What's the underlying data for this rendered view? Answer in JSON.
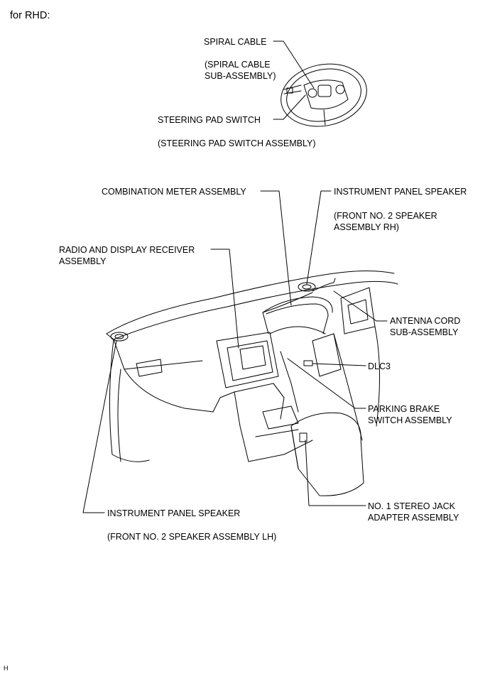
{
  "header": "for RHD:",
  "footer_code": "H",
  "labels": {
    "spiral_cable": "SPIRAL CABLE",
    "spiral_cable_sub": "(SPIRAL CABLE\nSUB-ASSEMBLY)",
    "steering_pad_switch": "STEERING PAD SWITCH",
    "steering_pad_switch_sub": "(STEERING PAD SWITCH ASSEMBLY)",
    "combination_meter": "COMBINATION METER ASSEMBLY",
    "instrument_panel_speaker_rh": "INSTRUMENT PANEL SPEAKER",
    "instrument_panel_speaker_rh_sub": "(FRONT NO. 2 SPEAKER\nASSEMBLY RH)",
    "radio_display_receiver": "RADIO AND DISPLAY RECEIVER\nASSEMBLY",
    "antenna_cord": "ANTENNA CORD\nSUB-ASSEMBLY",
    "dlc3": "DLC3",
    "parking_brake_switch": "PARKING BRAKE\nSWITCH ASSEMBLY",
    "stereo_jack": "NO. 1 STEREO JACK\nADAPTER ASSEMBLY",
    "instrument_panel_speaker_lh": "INSTRUMENT PANEL SPEAKER",
    "instrument_panel_speaker_lh_sub": "(FRONT NO. 2 SPEAKER ASSEMBLY LH)"
  }
}
